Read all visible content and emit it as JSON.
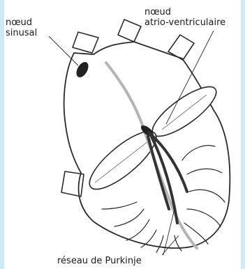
{
  "labels": {
    "sinus_line1": "nœud",
    "sinus_line2": "sinusal",
    "av_line1": "nœud",
    "av_line2": "atrio-ventriculaire",
    "purkinje": "réseau de Purkinje"
  },
  "colors": {
    "outline": "#2a2a2a",
    "node": "#222222",
    "conduction_path": "#b5b5b5",
    "bundle": "#333333",
    "side_border": "#cfe9f7"
  }
}
